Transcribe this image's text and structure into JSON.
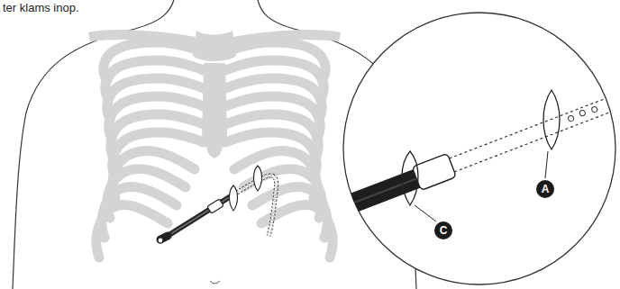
{
  "diagram": {
    "labels": [
      "ter klams inop.",
      "A",
      "C"
    ]
  }
}
